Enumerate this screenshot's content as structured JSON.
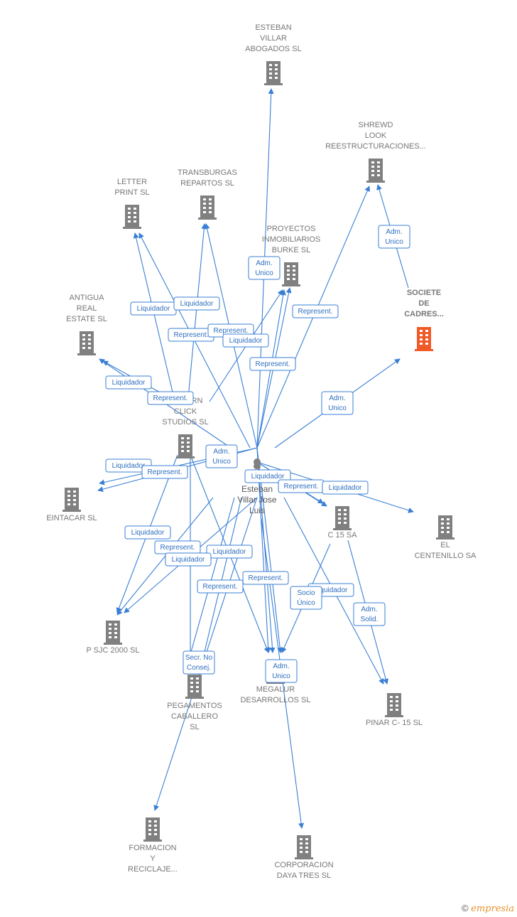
{
  "colors": {
    "edge": "#3a7fd5",
    "building": "#808080",
    "highlight": "#f05a28"
  },
  "person": {
    "name": [
      "Esteban",
      "Villar Jose",
      "Luis"
    ]
  },
  "companies": [
    {
      "id": "esteban-villar-abogados",
      "label": [
        "ESTEBAN",
        "VILLAR",
        "ABOGADOS SL"
      ],
      "highlight": false
    },
    {
      "id": "shrewd-look",
      "label": [
        "SHREWD",
        "LOOK",
        "REESTRUCTURACIONES..."
      ],
      "highlight": false
    },
    {
      "id": "letter-print",
      "label": [
        "LETTER",
        "PRINT SL"
      ],
      "highlight": false
    },
    {
      "id": "transburgas",
      "label": [
        "TRANSBURGAS",
        "REPARTOS  SL"
      ],
      "highlight": false
    },
    {
      "id": "proyectos-burke",
      "label": [
        "PROYECTOS",
        "INMOBILIARIOS",
        "BURKE SL"
      ],
      "highlight": false
    },
    {
      "id": "societe-cadres",
      "label": [
        "SOCIETE",
        "DE",
        "CADRES..."
      ],
      "highlight": true
    },
    {
      "id": "antigua-real-estate",
      "label": [
        "ANTIGUA",
        "REAL",
        "ESTATE SL"
      ],
      "highlight": false
    },
    {
      "id": "modern-click",
      "label": [
        "MODERN",
        "CLICK",
        "STUDIOS  SL"
      ],
      "highlight": false
    },
    {
      "id": "eintacar",
      "label": [
        "EINTACAR SL"
      ],
      "highlight": false
    },
    {
      "id": "c15",
      "label": [
        "C 15 SA"
      ],
      "highlight": false
    },
    {
      "id": "el-centenillo",
      "label": [
        "EL",
        "CENTENILLO SA"
      ],
      "highlight": false
    },
    {
      "id": "psjc2000",
      "label": [
        "P SJC 2000 SL"
      ],
      "highlight": false
    },
    {
      "id": "pegamentos",
      "label": [
        "PEGAMENTOS",
        "CABALLERO",
        "SL"
      ],
      "highlight": false
    },
    {
      "id": "megalur",
      "label": [
        "MEGALUR",
        "DESARROLLOS SL"
      ],
      "highlight": false
    },
    {
      "id": "pinar-c15",
      "label": [
        "PINAR C- 15 SL"
      ],
      "highlight": false
    },
    {
      "id": "formacion",
      "label": [
        "FORMACION",
        "Y",
        "RECICLAJE..."
      ],
      "highlight": false
    },
    {
      "id": "corporacion-daya",
      "label": [
        "CORPORACION",
        "DAYA TRES SL"
      ],
      "highlight": false
    }
  ],
  "badges": [
    {
      "id": "b1",
      "lines": [
        "Adm.",
        "Unico"
      ]
    },
    {
      "id": "b2",
      "lines": [
        "Adm.",
        "Unico"
      ]
    },
    {
      "id": "b3",
      "lines": [
        "Liquidador"
      ]
    },
    {
      "id": "b4",
      "lines": [
        "Liquidador"
      ]
    },
    {
      "id": "b5",
      "lines": [
        "Represent."
      ]
    },
    {
      "id": "b6",
      "lines": [
        "Represent."
      ]
    },
    {
      "id": "b7",
      "lines": [
        "Liquidador"
      ]
    },
    {
      "id": "b8",
      "lines": [
        "Represent."
      ]
    },
    {
      "id": "b9",
      "lines": [
        "Represent."
      ]
    },
    {
      "id": "b10",
      "lines": [
        "Liquidador"
      ]
    },
    {
      "id": "b11",
      "lines": [
        "Represent."
      ]
    },
    {
      "id": "b12",
      "lines": [
        "Adm.",
        "Unico"
      ]
    },
    {
      "id": "b13",
      "lines": [
        "Adm.",
        "Unico"
      ]
    },
    {
      "id": "b14",
      "lines": [
        "Liquidador"
      ]
    },
    {
      "id": "b15",
      "lines": [
        "Represent."
      ]
    },
    {
      "id": "b16",
      "lines": [
        "Liquidador"
      ]
    },
    {
      "id": "b17",
      "lines": [
        "Represent."
      ]
    },
    {
      "id": "b18",
      "lines": [
        "Liquidador"
      ]
    },
    {
      "id": "b19",
      "lines": [
        "Liquidador"
      ]
    },
    {
      "id": "b20",
      "lines": [
        "Represent."
      ]
    },
    {
      "id": "b21",
      "lines": [
        "Liquidador"
      ]
    },
    {
      "id": "b22",
      "lines": [
        "Liquidador"
      ]
    },
    {
      "id": "b23",
      "lines": [
        "Represent."
      ]
    },
    {
      "id": "b24",
      "lines": [
        "Represent."
      ]
    },
    {
      "id": "b25",
      "lines": [
        "Liquidador"
      ]
    },
    {
      "id": "b26",
      "lines": [
        "Socio",
        "Único"
      ]
    },
    {
      "id": "b27",
      "lines": [
        "Adm.",
        "Solid."
      ]
    },
    {
      "id": "b28",
      "lines": [
        "Secr.  No",
        "Consej."
      ]
    },
    {
      "id": "b29",
      "lines": [
        "Adm.",
        "Unico"
      ]
    }
  ],
  "footer": {
    "copyright": "©",
    "brand": "empresia"
  }
}
